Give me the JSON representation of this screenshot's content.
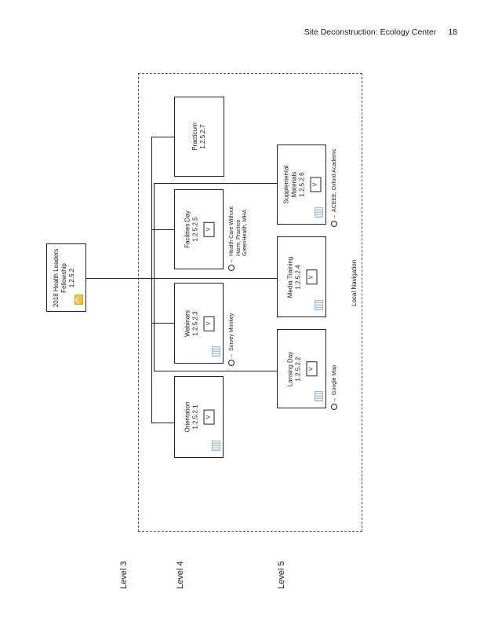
{
  "header": {
    "title": "Site Deconstruction: Ecology Center",
    "page": "18"
  },
  "root": {
    "title_line1": "2018 Health Leaders",
    "title_line2": "Fellowship",
    "id": "1.2.5.2"
  },
  "level4": [
    {
      "title": "Orientation",
      "id": "1.2.5.2.1",
      "button": "V",
      "icon": "doc"
    },
    {
      "title": "Webinars",
      "id": "1.2.5.2.3",
      "button": "V",
      "icon": "doc"
    },
    {
      "title": "Facilities Day",
      "id": "1.2.5.2.5",
      "button": "V",
      "icon": "none"
    },
    {
      "title": "Practicum",
      "id": "1.2.5.2.7",
      "button": "",
      "icon": "none"
    }
  ],
  "level5": [
    {
      "title": "Lansing Day",
      "id": "1.2.5.2.2",
      "button": "V",
      "icon": "doc"
    },
    {
      "title": "Media Training",
      "id": "1.2.5.2.4",
      "button": "V",
      "icon": "doc"
    },
    {
      "title_line1": "Supplemental",
      "title_line2": "Materials",
      "id": "1.2.5.2.6",
      "button": "V",
      "icon": "doc"
    }
  ],
  "external_links": {
    "survey": "Survey Monkey",
    "health_line1": "Health Care Without",
    "health_line2": "Harm, Practice",
    "health_line3": "GreenHealth, MHA",
    "google": "Google Map",
    "acee": "ACEEE, Oxford Academic"
  },
  "labels": {
    "local_navigation": "Local Navigation",
    "level3": "Level 3",
    "level4": "Level 4",
    "level5": "Level 5"
  }
}
